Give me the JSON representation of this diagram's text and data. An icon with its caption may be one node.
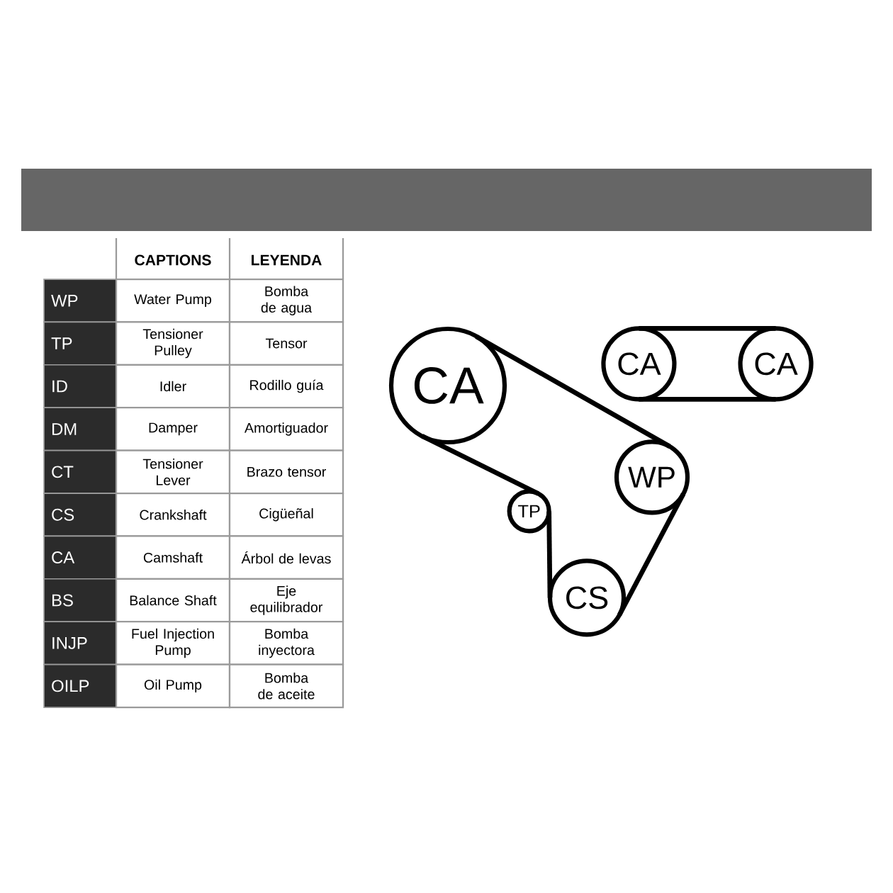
{
  "diagram": {
    "nodes": [
      {
        "text": [
          "CA"
        ]
      },
      {
        "text": [
          "CA"
        ]
      },
      {
        "text": [
          "CA"
        ]
      },
      {
        "text": [
          "WP"
        ]
      },
      {
        "text": [
          "TP"
        ]
      },
      {
        "text": [
          "CS"
        ]
      }
    ],
    "edges": [
      {
        "from": 0,
        "to": 3,
        "arrow": "none"
      },
      {
        "from": 3,
        "to": 5,
        "arrow": "none"
      },
      {
        "from": 5,
        "to": 4,
        "arrow": "none"
      },
      {
        "from": 4,
        "to": 0,
        "arrow": "none"
      },
      {
        "from": 1,
        "to": 2,
        "arrow": "none"
      },
      {
        "from": 1,
        "to": 2,
        "arrow": "none"
      }
    ],
    "labels": [
      "CAPTIONS",
      "LEYENDA",
      "WP",
      "Water Pump",
      "Bomba de agua",
      "TP",
      "Tensioner Pulley",
      "Tensor",
      "ID",
      "Idler",
      "Rodillo guía",
      "DM",
      "Damper",
      "Amortiguador",
      "CT",
      "Tensioner Lever",
      "Brazo tensor",
      "CS",
      "Crankshaft",
      "Cigüeñal",
      "CA",
      "Camshaft",
      "Árbol de levas",
      "BS",
      "Balance Shaft",
      "Eje equilibrador",
      "INJP",
      "Fuel Injection Pump",
      "Bomba inyectora",
      "OILP",
      "Oil Pump",
      "Bomba de aceite"
    ]
  }
}
